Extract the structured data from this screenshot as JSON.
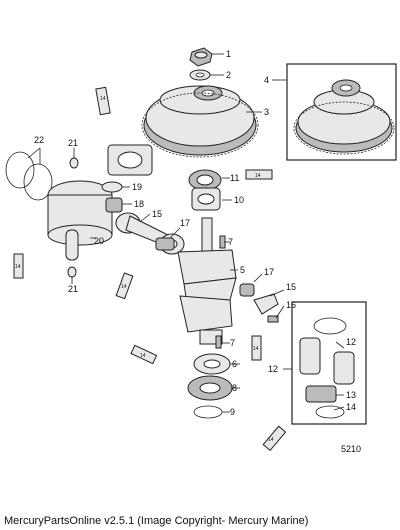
{
  "diagram": {
    "callouts": [
      "1",
      "2",
      "3",
      "4",
      "5",
      "6",
      "7",
      "8",
      "9",
      "10",
      "11",
      "12",
      "13",
      "14",
      "15",
      "16",
      "17",
      "18",
      "19",
      "20",
      "21",
      "22"
    ],
    "figure_id": "5210",
    "footer": "MercuryPartsOnline v2.5.1 (Image Copyright- Mercury Marine)"
  }
}
